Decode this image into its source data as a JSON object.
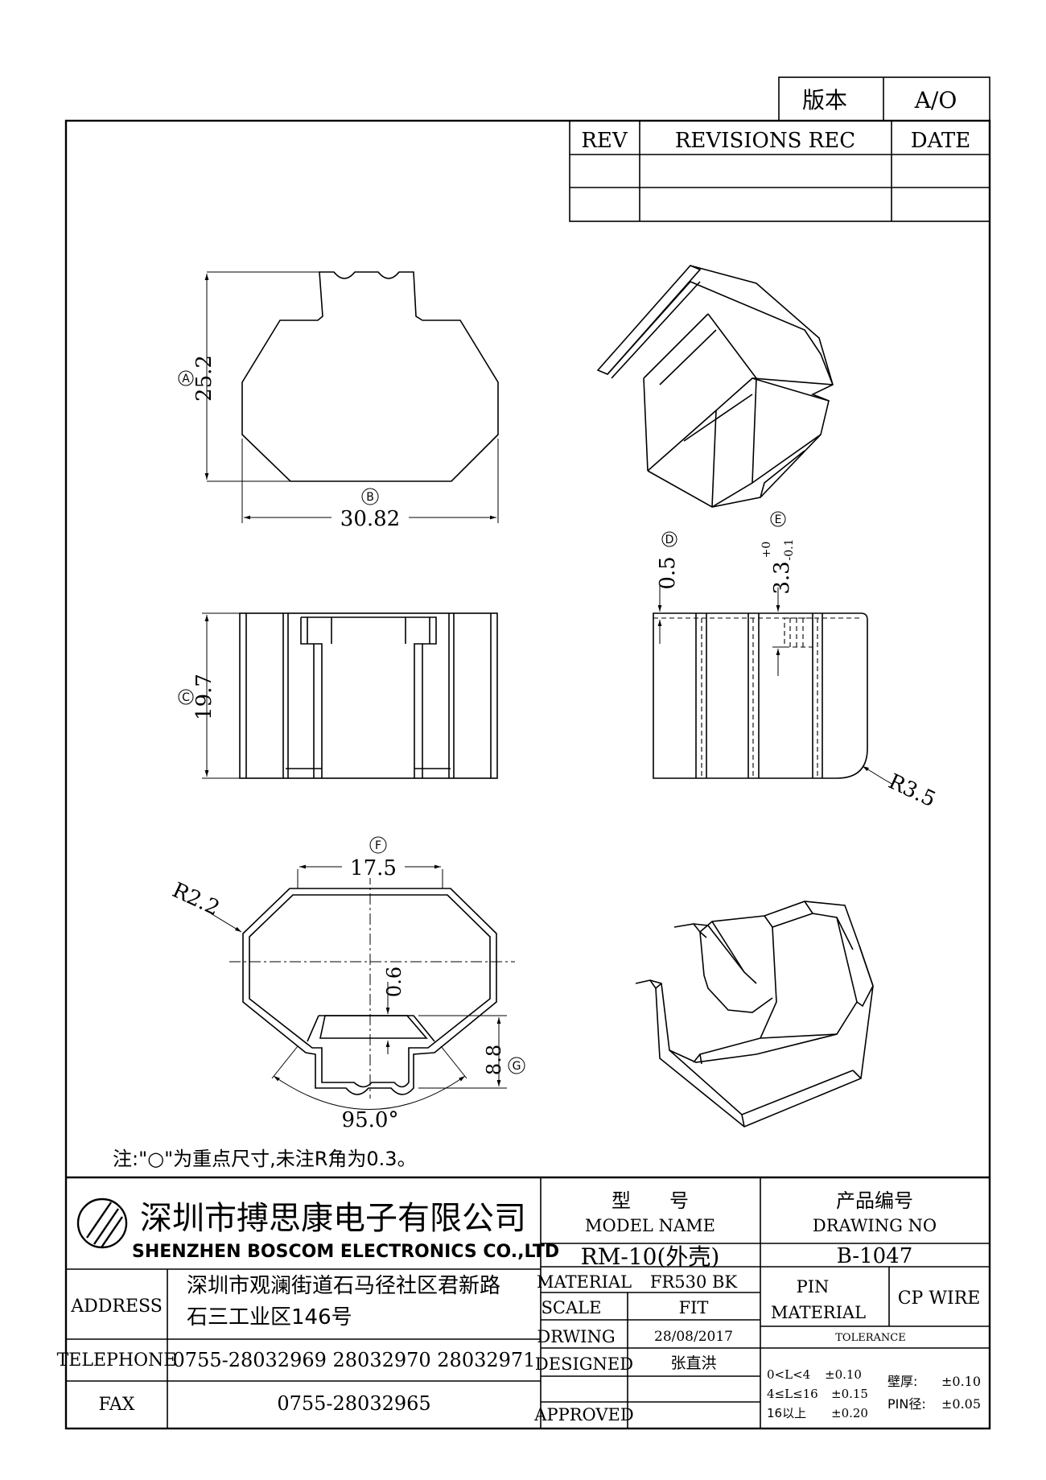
{
  "version_block": {
    "label": "版本",
    "value": "A/O"
  },
  "revisions": {
    "headers": [
      "REV",
      "REVISIONS REC",
      "DATE"
    ]
  },
  "dimensions": {
    "A": {
      "marker": "A",
      "value": "25.2"
    },
    "B": {
      "marker": "B",
      "value": "30.82"
    },
    "C": {
      "marker": "C",
      "value": "19.7"
    },
    "D": {
      "marker": "D",
      "value": "0.5"
    },
    "E": {
      "marker": "E",
      "value": "3.3",
      "tol_plus": "+0",
      "tol_minus": "-0.1"
    },
    "R35": "R3.5",
    "F": {
      "marker": "F",
      "value": "17.5"
    },
    "R22": "R2.2",
    "d06": "0.6",
    "G": {
      "marker": "G",
      "value": "8.8"
    },
    "angle": "95.0°"
  },
  "note": "注:\"○\"为重点尺寸,未注R角为0.3。",
  "company": {
    "name_cn": "深圳市搏思康电子有限公司",
    "name_en": "SHENZHEN BOSCOM ELECTRONICS CO.,LTD"
  },
  "title_block": {
    "model_label_cn": "型　　号",
    "model_label_en": "MODEL NAME",
    "model_value": "RM-10(外壳)",
    "drawing_label_cn": "产品编号",
    "drawing_label_en": "DRAWING NO",
    "drawing_value": "B-1047",
    "address_label": "ADDRESS",
    "address_line1": "深圳市观澜街道石马径社区君新路",
    "address_line2": "石三工业区146号",
    "telephone_label": "TELEPHONE",
    "telephone_value": "0755-28032969 28032970 28032971",
    "fax_label": "FAX",
    "fax_value": "0755-28032965",
    "material_label": "MATERIAL",
    "material_value": "FR530 BK",
    "scale_label": "SCALE",
    "scale_value": "FIT",
    "drwing_label": "DRWING",
    "drwing_value": "28/08/2017",
    "designed_label": "DESIGNED",
    "designed_value": "张直洪",
    "approved_label": "APPROVED",
    "approved_value": "",
    "pin_label1": "PIN",
    "pin_label2": "MATERIAL",
    "pin_value": "CP WIRE",
    "tolerance_label": "TOLERANCE",
    "tol_rows": [
      {
        "range": "0<L<4",
        "value": "±0.10"
      },
      {
        "range": "4≤L≤16",
        "value": "±0.15"
      },
      {
        "range": "16以上",
        "value": "±0.20"
      }
    ],
    "wall": {
      "label": "壁厚:",
      "value": "±0.10"
    },
    "pin_dia": {
      "label": "PIN径:",
      "value": "±0.05"
    }
  }
}
